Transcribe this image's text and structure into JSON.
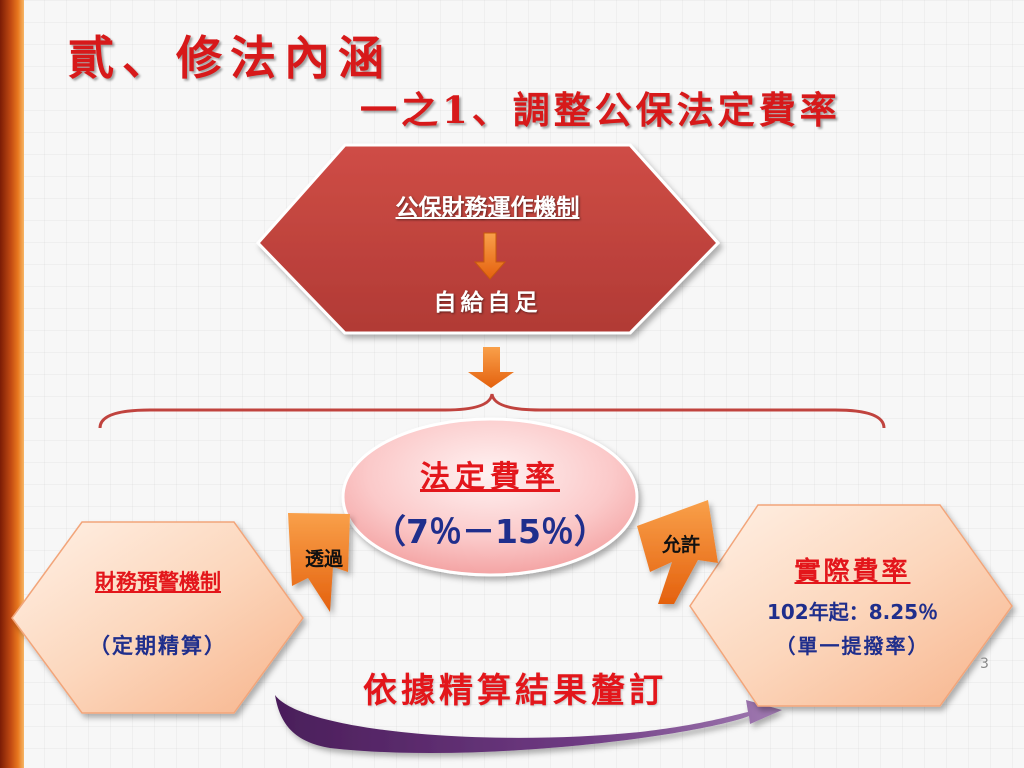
{
  "title": {
    "main": "貳、修法內涵",
    "sub": "一之1、調整公保法定費率"
  },
  "top_box": {
    "heading": "公保財務運作機制",
    "body": "自給自足"
  },
  "center_oval": {
    "heading": "法定費率",
    "range": "（7％－15％）"
  },
  "left_box": {
    "heading": "財務預警機制",
    "body": "（定期精算）"
  },
  "right_box": {
    "heading": "實際費率",
    "line1": "102年起：8.25％",
    "line2": "（單一提撥率）"
  },
  "arrows": {
    "left_label": "透過",
    "right_label": "允許"
  },
  "bottom_text": "依據精算結果釐訂",
  "page_number": "3",
  "colors": {
    "title_red": "#d7191a",
    "hex_red": "#c0433e",
    "accent_orange": "#f07a1e",
    "peach": "#fcd9c2",
    "purple": "#5e2a6e",
    "navy_text": "#1f2e8c"
  }
}
